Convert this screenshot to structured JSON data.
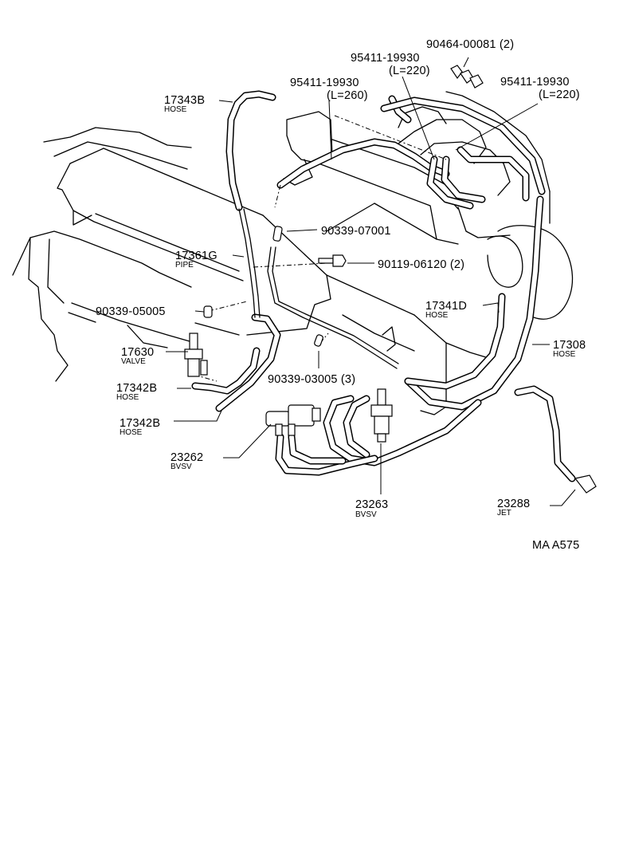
{
  "labels": [
    {
      "id": "p17343b",
      "number": "17343B",
      "desc": "HOSE"
    },
    {
      "id": "p95411a",
      "number": "95411-19930",
      "desc": "(L=260)"
    },
    {
      "id": "p95411b",
      "number": "95411-19930",
      "desc": "(L=220)"
    },
    {
      "id": "p90464",
      "number": "90464-00081 (2)",
      "desc": ""
    },
    {
      "id": "p95411c",
      "number": "95411-19930",
      "desc": "(L=220)"
    },
    {
      "id": "p90339_07001",
      "number": "90339-07001",
      "desc": ""
    },
    {
      "id": "p17361g",
      "number": "17361G",
      "desc": "PIPE"
    },
    {
      "id": "p90119",
      "number": "90119-06120 (2)",
      "desc": ""
    },
    {
      "id": "p90339_05005",
      "number": "90339-05005",
      "desc": ""
    },
    {
      "id": "p17341d",
      "number": "17341D",
      "desc": "HOSE"
    },
    {
      "id": "p17630",
      "number": "17630",
      "desc": "VALVE"
    },
    {
      "id": "p17308",
      "number": "17308",
      "desc": "HOSE"
    },
    {
      "id": "p90339_03005",
      "number": "90339-03005 (3)",
      "desc": ""
    },
    {
      "id": "p17342b_a",
      "number": "17342B",
      "desc": "HOSE"
    },
    {
      "id": "p17342b_b",
      "number": "17342B",
      "desc": "HOSE"
    },
    {
      "id": "p23262",
      "number": "23262",
      "desc": "BVSV"
    },
    {
      "id": "p23263",
      "number": "23263",
      "desc": "BVSV"
    },
    {
      "id": "p23288",
      "number": "23288",
      "desc": "JET"
    }
  ],
  "figure_code": "MA A575"
}
